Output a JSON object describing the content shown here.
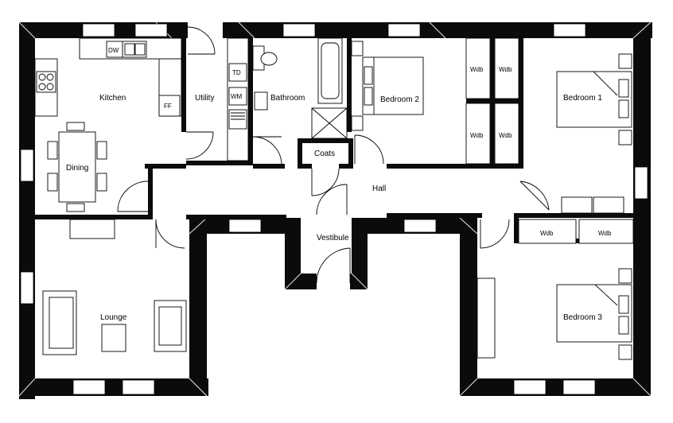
{
  "rooms": {
    "kitchen": "Kitchen",
    "dining": "Dining",
    "utility": "Utility",
    "bathroom": "Bathroom",
    "bedroom2": "Bedroom 2",
    "bedroom1": "Bedroom 1",
    "coats": "Coats",
    "hall": "Hall",
    "vestibule": "Vestibule",
    "lounge": "Lounge",
    "bedroom3": "Bedroom 3"
  },
  "fixtures": {
    "dishwasher": "DW",
    "fridge_freezer": "FF",
    "tumble_dryer": "TD",
    "washing_machine": "WM",
    "wardrobe": "Wdb"
  }
}
